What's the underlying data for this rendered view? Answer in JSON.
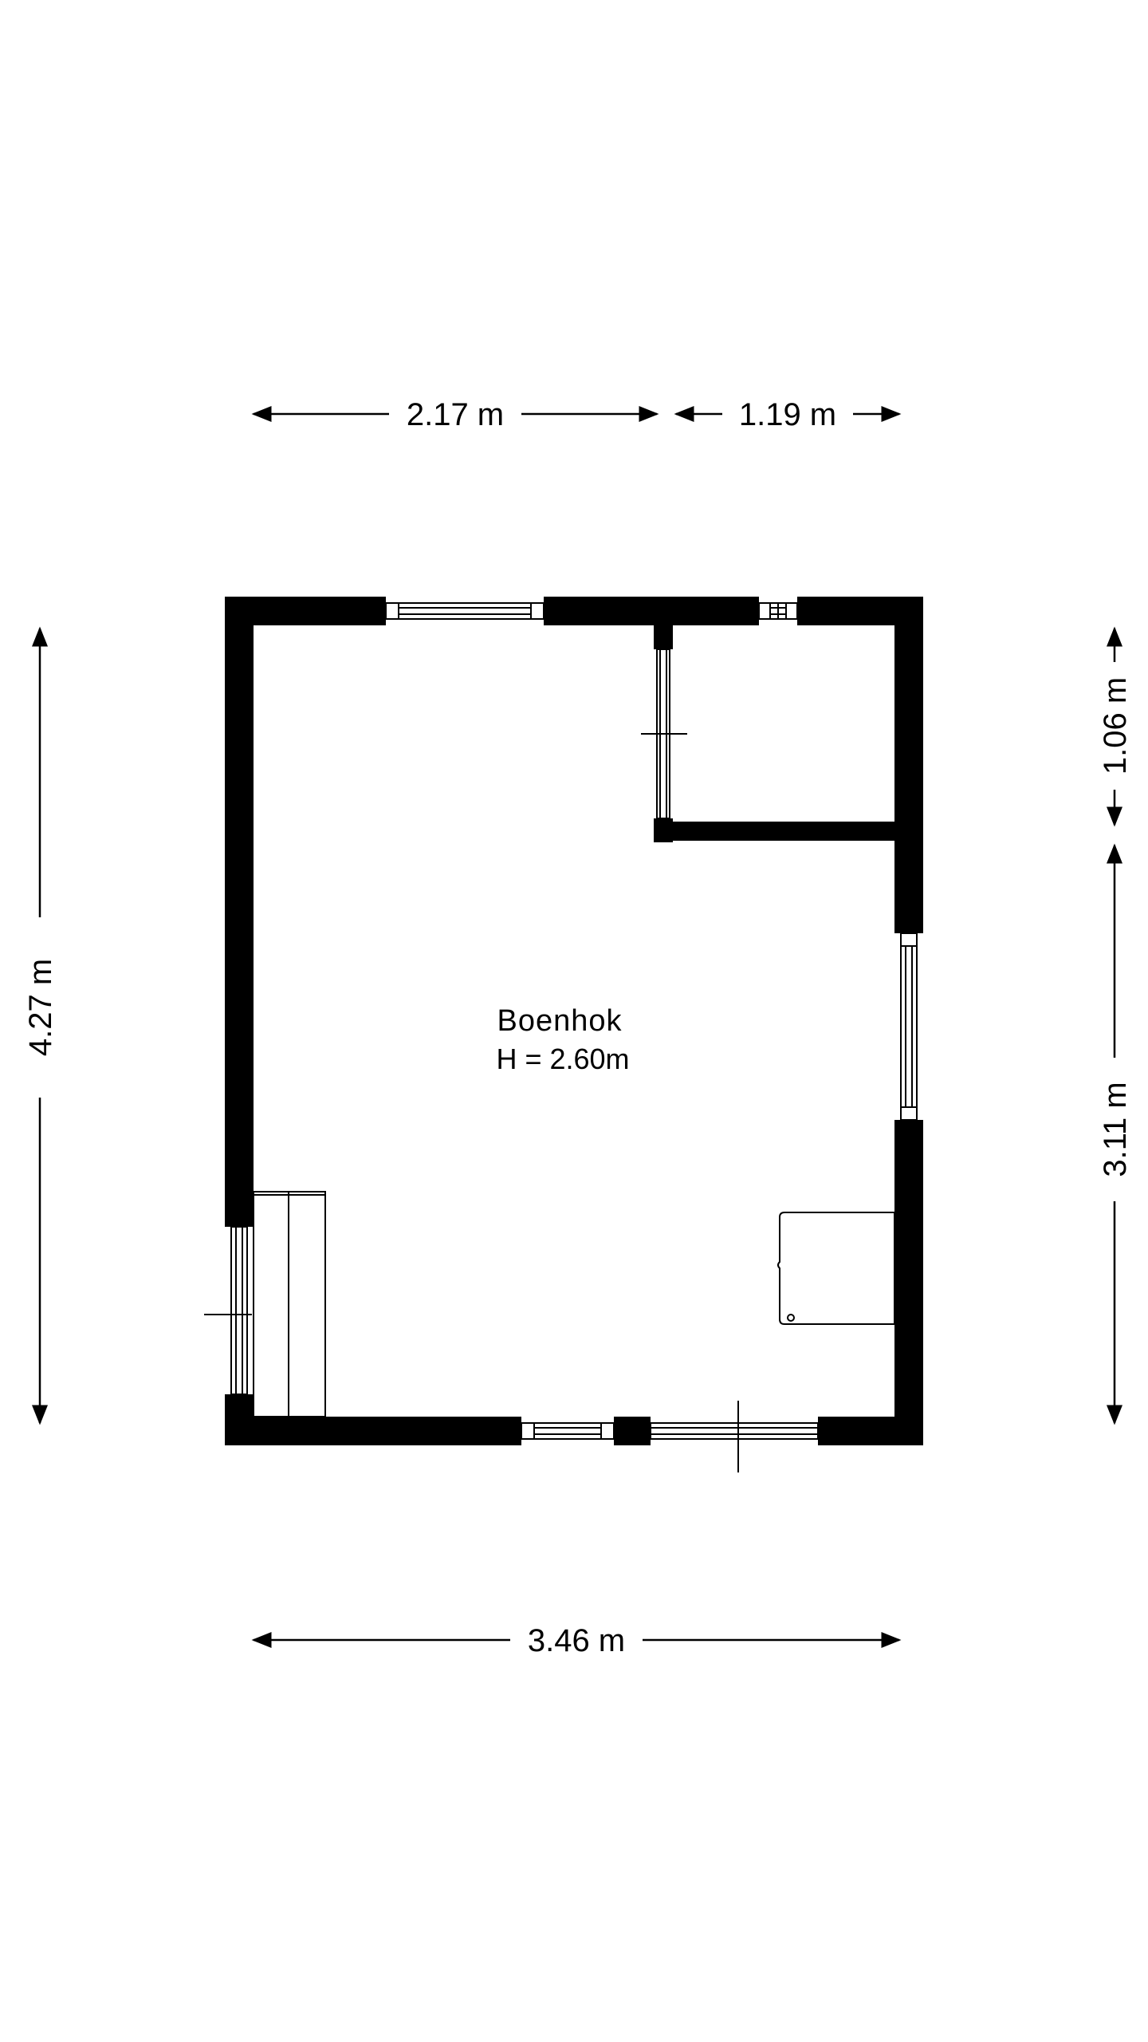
{
  "room": {
    "name": "Boenhok",
    "height": "H = 2.60m"
  },
  "dimensions": {
    "top_left": "2.17 m",
    "top_right": "1.19 m",
    "bottom": "3.46 m",
    "left": "4.27 m",
    "right_top": "1.06 m",
    "right_bottom": "3.11 m"
  },
  "colors": {
    "wall": "#000000",
    "background": "#ffffff"
  }
}
